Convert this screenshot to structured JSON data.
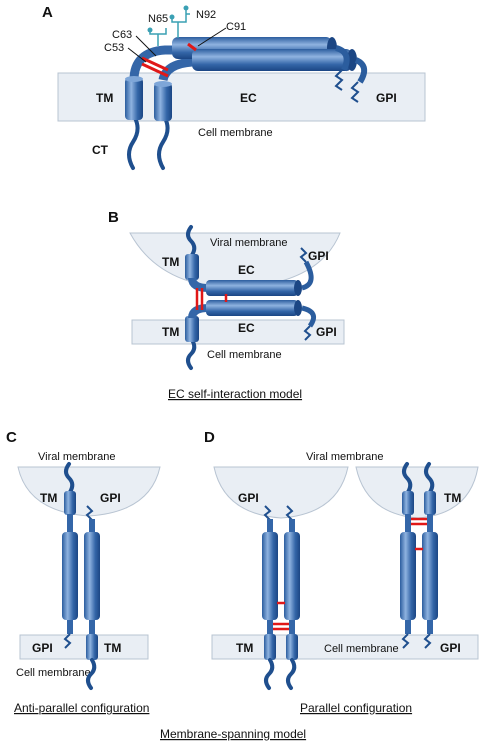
{
  "panels": {
    "a": {
      "letter": "A",
      "labels": {
        "tm": "TM",
        "ec": "EC",
        "gpi": "GPI",
        "ct": "CT",
        "membrane": "Cell membrane"
      },
      "residues": {
        "c63": "C63",
        "c53": "C53",
        "n65": "N65",
        "n92": "N92",
        "c91": "C91"
      }
    },
    "b": {
      "letter": "B",
      "labels": {
        "viral_membrane": "Viral membrane",
        "cell_membrane": "Cell membrane",
        "tm_top": "TM",
        "tm_bottom": "TM",
        "ec_top": "EC",
        "ec_bottom": "EC",
        "gpi_top": "GPI",
        "gpi_bottom": "GPI"
      },
      "caption": "EC self-interaction model"
    },
    "c": {
      "letter": "C",
      "labels": {
        "viral_membrane": "Viral membrane",
        "cell_membrane": "Cell membrane",
        "tm_top": "TM",
        "gpi_top": "GPI",
        "gpi_bottom": "GPI",
        "tm_bottom": "TM"
      },
      "caption": "Anti-parallel configuration"
    },
    "d": {
      "letter": "D",
      "labels": {
        "viral_membrane": "Viral membrane",
        "cell_membrane": "Cell membrane",
        "gpi_top_left": "GPI",
        "tm_top_right": "TM",
        "tm_bottom_left": "TM",
        "gpi_bottom_right": "GPI"
      },
      "caption": "Parallel configuration"
    }
  },
  "footer_caption": "Membrane-spanning model",
  "colors": {
    "membrane_fill": "#e9eef4",
    "membrane_stroke": "#b8c4d2",
    "protein_dark": "#1f4f8e",
    "protein_light": "#7ea6d8",
    "disulfide": "#e01818",
    "glycan": "#3aa0b4"
  }
}
